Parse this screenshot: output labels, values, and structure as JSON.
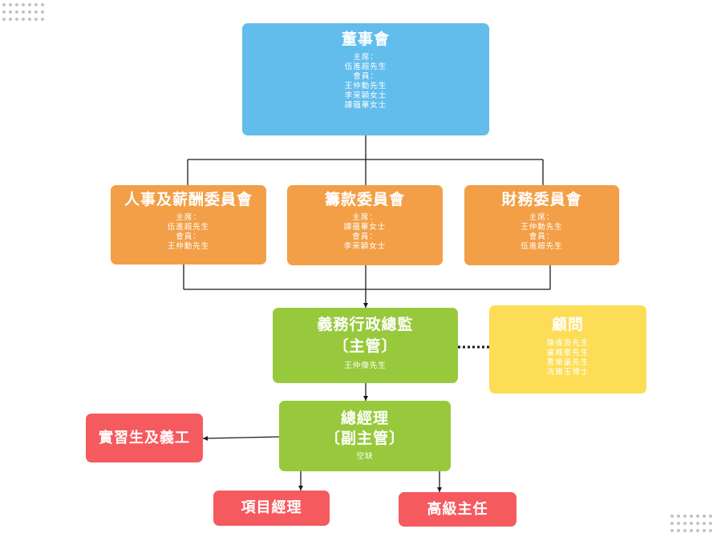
{
  "board": {
    "title": "董事會",
    "lines": [
      "主席：",
      "伍進超先生",
      "會員：",
      "王仲勳先生",
      "李采穎女士",
      "譚蘊華女士"
    ]
  },
  "hr_committee": {
    "title": "人事及薪酬委員會",
    "lines": [
      "主席：",
      "伍進超先生",
      "會員：",
      "王仲勳先生"
    ]
  },
  "fundraising_committee": {
    "title": "籌款委員會",
    "lines": [
      "主席：",
      "譚蘊華女士",
      "會員：",
      "李采穎女士"
    ]
  },
  "finance_committee": {
    "title": "財務委員會",
    "lines": [
      "主席：",
      "王仲勳先生",
      "會員：",
      "伍進超先生"
    ]
  },
  "executive_director": {
    "title_line1": "義務行政總監",
    "title_line2": "〔主管〕",
    "name": "王仲傑先生"
  },
  "advisors": {
    "title": "顧問",
    "lines": [
      "陳偉良先生",
      "盧翰豪先生",
      "曹榮量先生",
      "冼雅玉博士"
    ]
  },
  "general_manager": {
    "title_line1": "總經理",
    "title_line2": "〔副主管〕",
    "status": "空缺"
  },
  "interns": {
    "title": "實習生及義工"
  },
  "project_manager": {
    "title": "項目經理"
  },
  "senior_supervisor": {
    "title": "高級主任"
  },
  "colors": {
    "board": "#62bdec",
    "committee": "#f29f47",
    "management": "#98c93c",
    "advisor": "#fddd55",
    "staff": "#f55a5f",
    "connector": "#000000",
    "decor_dots": "#c9c1bc"
  }
}
